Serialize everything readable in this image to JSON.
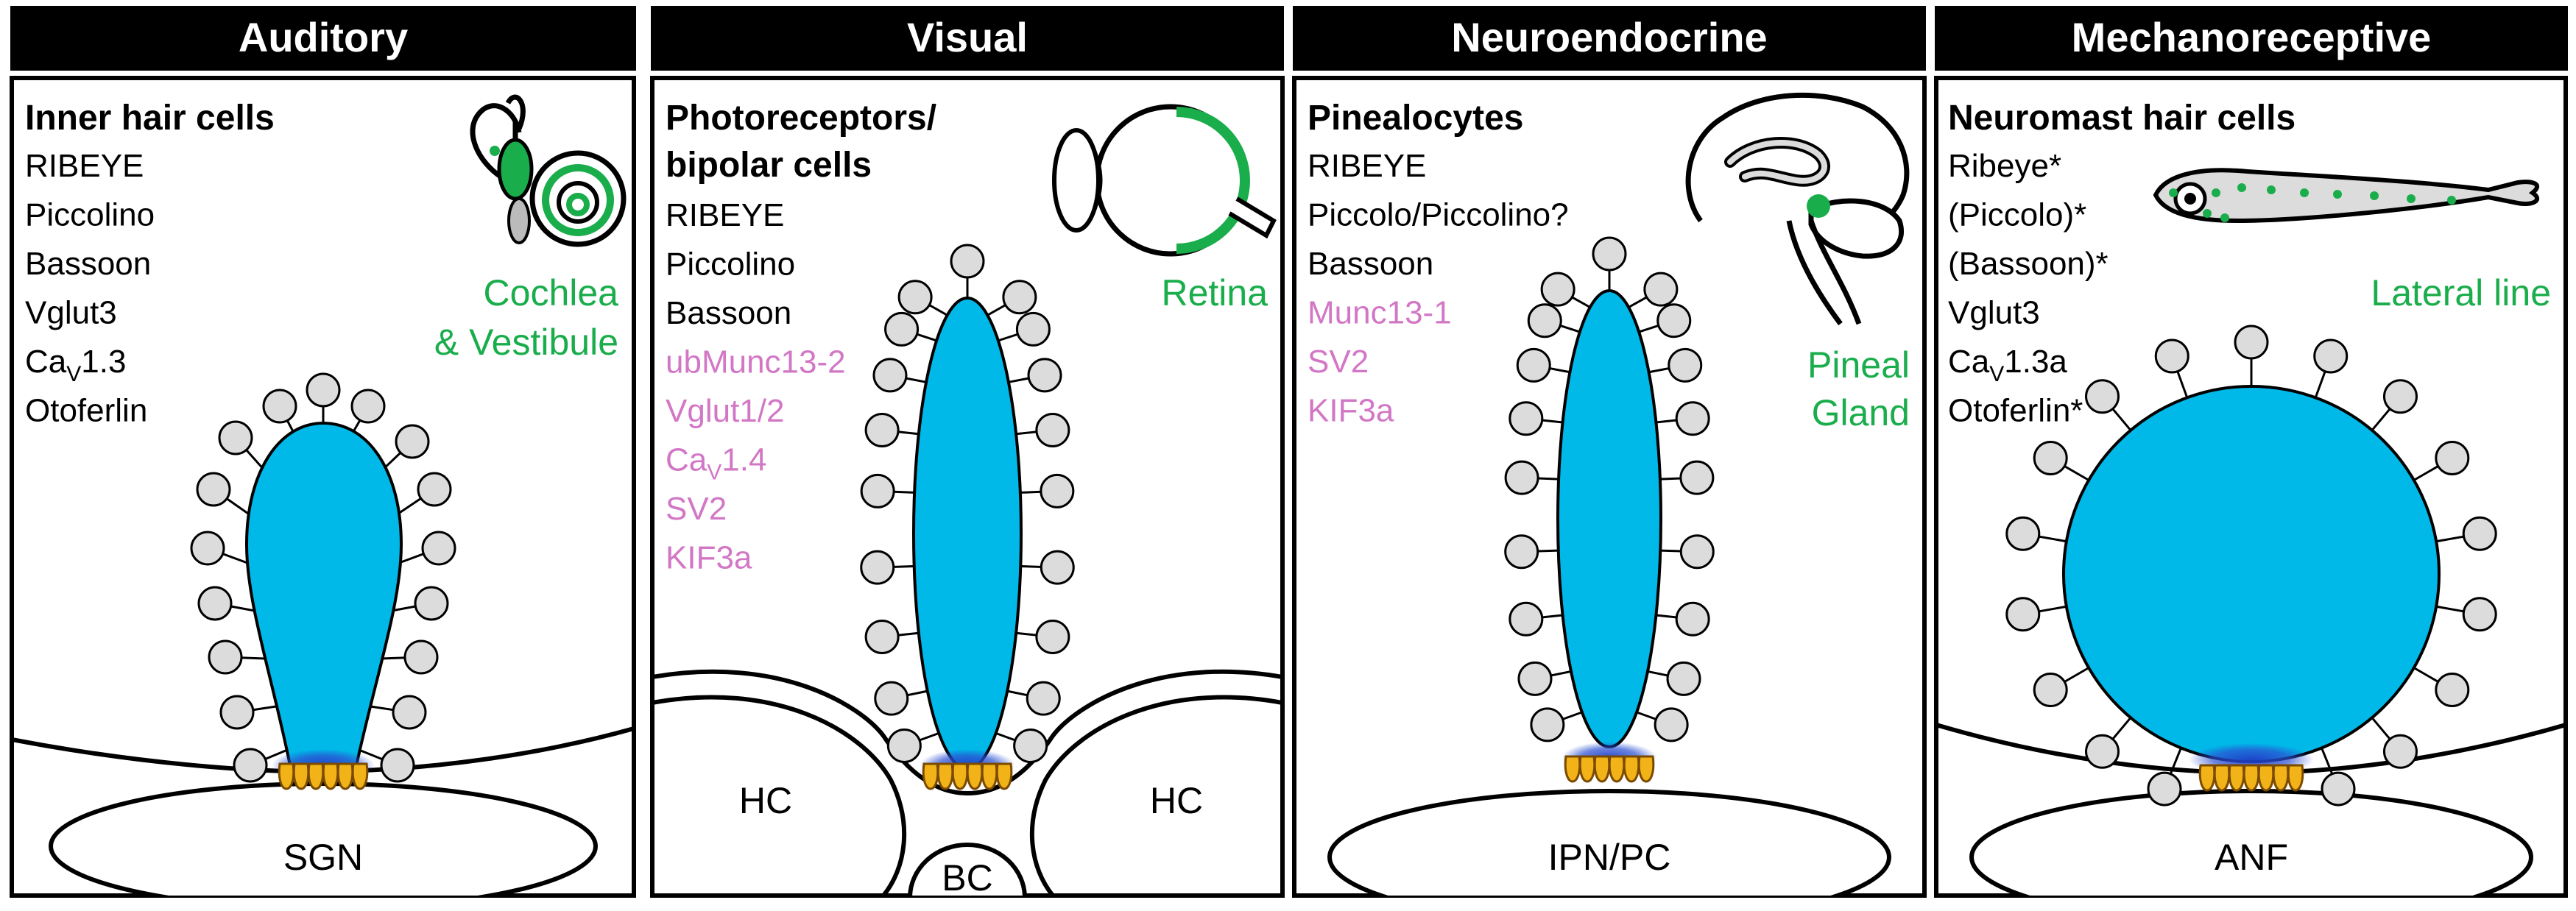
{
  "colors": {
    "header_bg": "#000000",
    "cell_fill": "#00b9e8",
    "vesicle_fill": "#dcdcdc",
    "ribbon_glow": "#2a4fd1",
    "ribbon_body": "#f2b318",
    "marker_black": "#000000",
    "marker_pink": "#d277c6",
    "organ_green": "#1aad4b"
  },
  "panels": [
    {
      "header": "Auditory",
      "title": [
        "Inner hair cells"
      ],
      "markers": [
        {
          "text": "RIBEYE",
          "color": "#000000"
        },
        {
          "text": "Piccolino",
          "color": "#000000"
        },
        {
          "text": "Bassoon",
          "color": "#000000"
        },
        {
          "text": "Vglut3",
          "color": "#000000"
        },
        {
          "text": "Ca",
          "sub": "V",
          "after": "1.3",
          "color": "#000000"
        },
        {
          "text": "Otoferlin",
          "color": "#000000"
        }
      ],
      "organ": [
        "Cochlea",
        "& Vestibule"
      ],
      "organ_icon": "inner-ear-icon",
      "cell_shape": "teardrop",
      "bottom_labels": [
        "SGN"
      ]
    },
    {
      "header": "Visual",
      "title": [
        "Photoreceptors/",
        "bipolar cells"
      ],
      "markers": [
        {
          "text": "RIBEYE",
          "color": "#000000"
        },
        {
          "text": "Piccolino",
          "color": "#000000"
        },
        {
          "text": "Bassoon",
          "color": "#000000"
        },
        {
          "text": "ubMunc13-2",
          "color": "#d277c6"
        },
        {
          "text": "Vglut1/2",
          "color": "#d277c6"
        },
        {
          "text": "Ca",
          "sub": "V",
          "after": "1.4",
          "color": "#d277c6"
        },
        {
          "text": "SV2",
          "color": "#d277c6"
        },
        {
          "text": "KIF3a",
          "color": "#d277c6"
        }
      ],
      "organ": [
        "Retina"
      ],
      "organ_icon": "eye-icon",
      "cell_shape": "ellipse",
      "bottom_labels": [
        "HC",
        "HC",
        "BC"
      ]
    },
    {
      "header": "Neuroendocrine",
      "title": [
        "Pinealocytes"
      ],
      "markers": [
        {
          "text": "RIBEYE",
          "color": "#000000"
        },
        {
          "text": "Piccolo/Piccolino?",
          "color": "#000000"
        },
        {
          "text": "Bassoon",
          "color": "#000000"
        },
        {
          "text": "Munc13-1",
          "color": "#d277c6"
        },
        {
          "text": "SV2",
          "color": "#d277c6"
        },
        {
          "text": "KIF3a",
          "color": "#d277c6"
        }
      ],
      "organ": [
        "Pineal",
        "Gland"
      ],
      "organ_icon": "brain-icon",
      "cell_shape": "ellipse",
      "bottom_labels": [
        "IPN/PC"
      ]
    },
    {
      "header": "Mechanoreceptive",
      "title": [
        "Neuromast hair cells"
      ],
      "markers": [
        {
          "text": "Ribeye*",
          "color": "#000000"
        },
        {
          "text": "(Piccolo)*",
          "color": "#000000"
        },
        {
          "text": "(Bassoon)*",
          "color": "#000000"
        },
        {
          "text": "Vglut3",
          "color": "#000000"
        },
        {
          "text": "Ca",
          "sub": "V",
          "after": "1.3a",
          "color": "#000000"
        },
        {
          "text": "Otoferlin*",
          "color": "#000000"
        }
      ],
      "organ": [
        "Lateral line"
      ],
      "organ_icon": "zebrafish-icon",
      "cell_shape": "circle",
      "bottom_labels": [
        "ANF"
      ]
    }
  ]
}
